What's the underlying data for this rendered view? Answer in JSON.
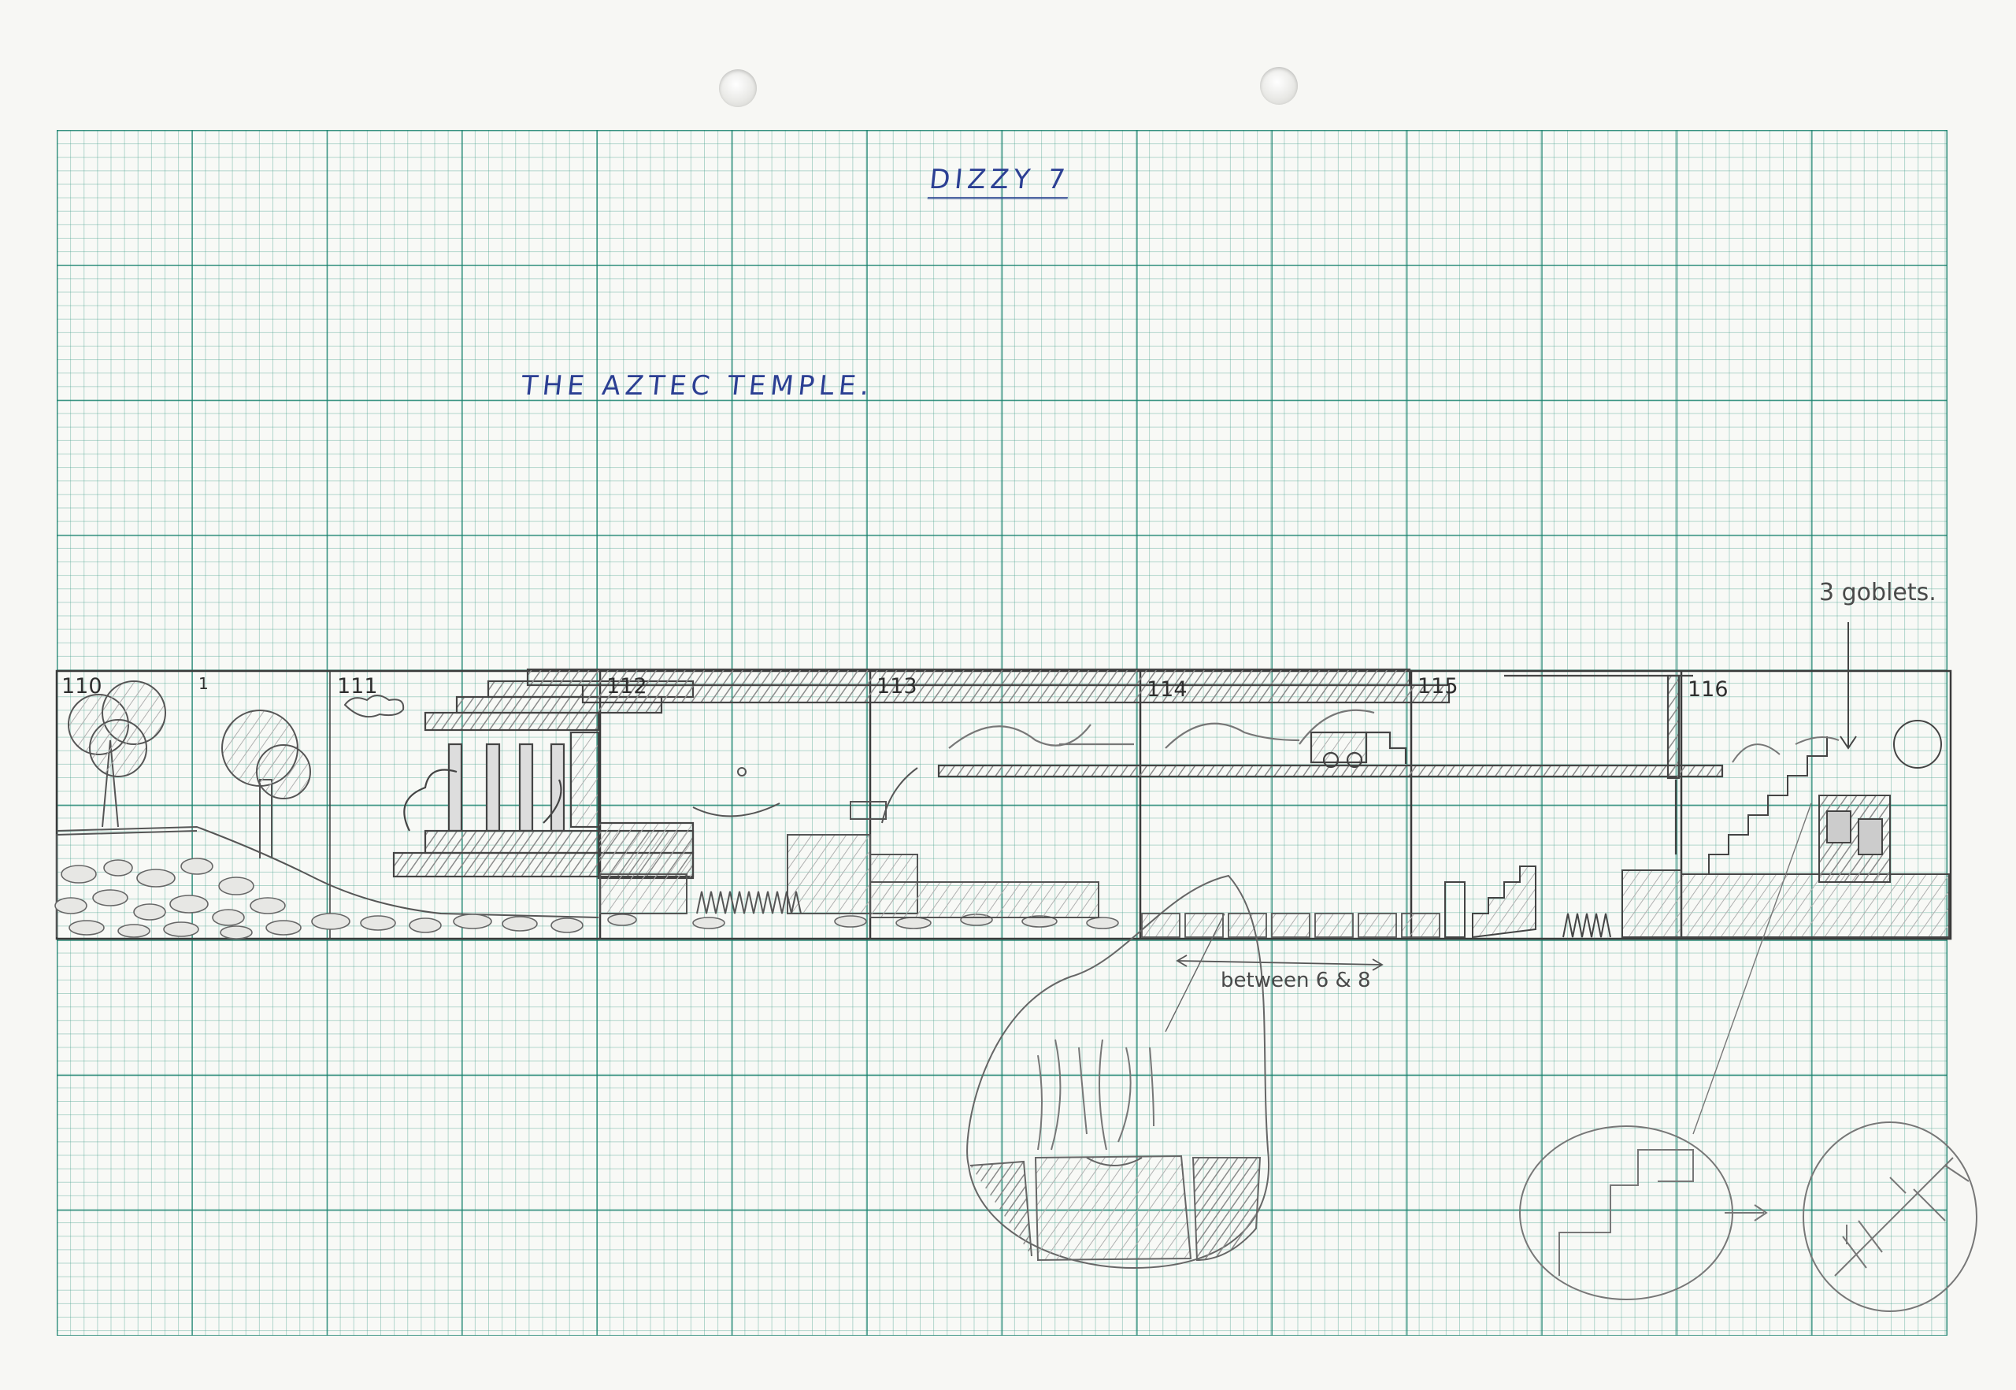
{
  "sheet": {
    "title": "DIZZY 7",
    "level_name": "THE AZTEC TEMPLE."
  },
  "rooms": [
    {
      "label": "110"
    },
    {
      "label": "1"
    },
    {
      "label": "111"
    },
    {
      "label": "112"
    },
    {
      "label": "113"
    },
    {
      "label": "114"
    },
    {
      "label": "115"
    },
    {
      "label": "116"
    }
  ],
  "annotations": {
    "goblets": "3 goblets.",
    "between": "between 6 & 8"
  },
  "colors": {
    "ink": "#2b3f93",
    "pencil": "#4a4a4a",
    "grid": "#16806c"
  }
}
